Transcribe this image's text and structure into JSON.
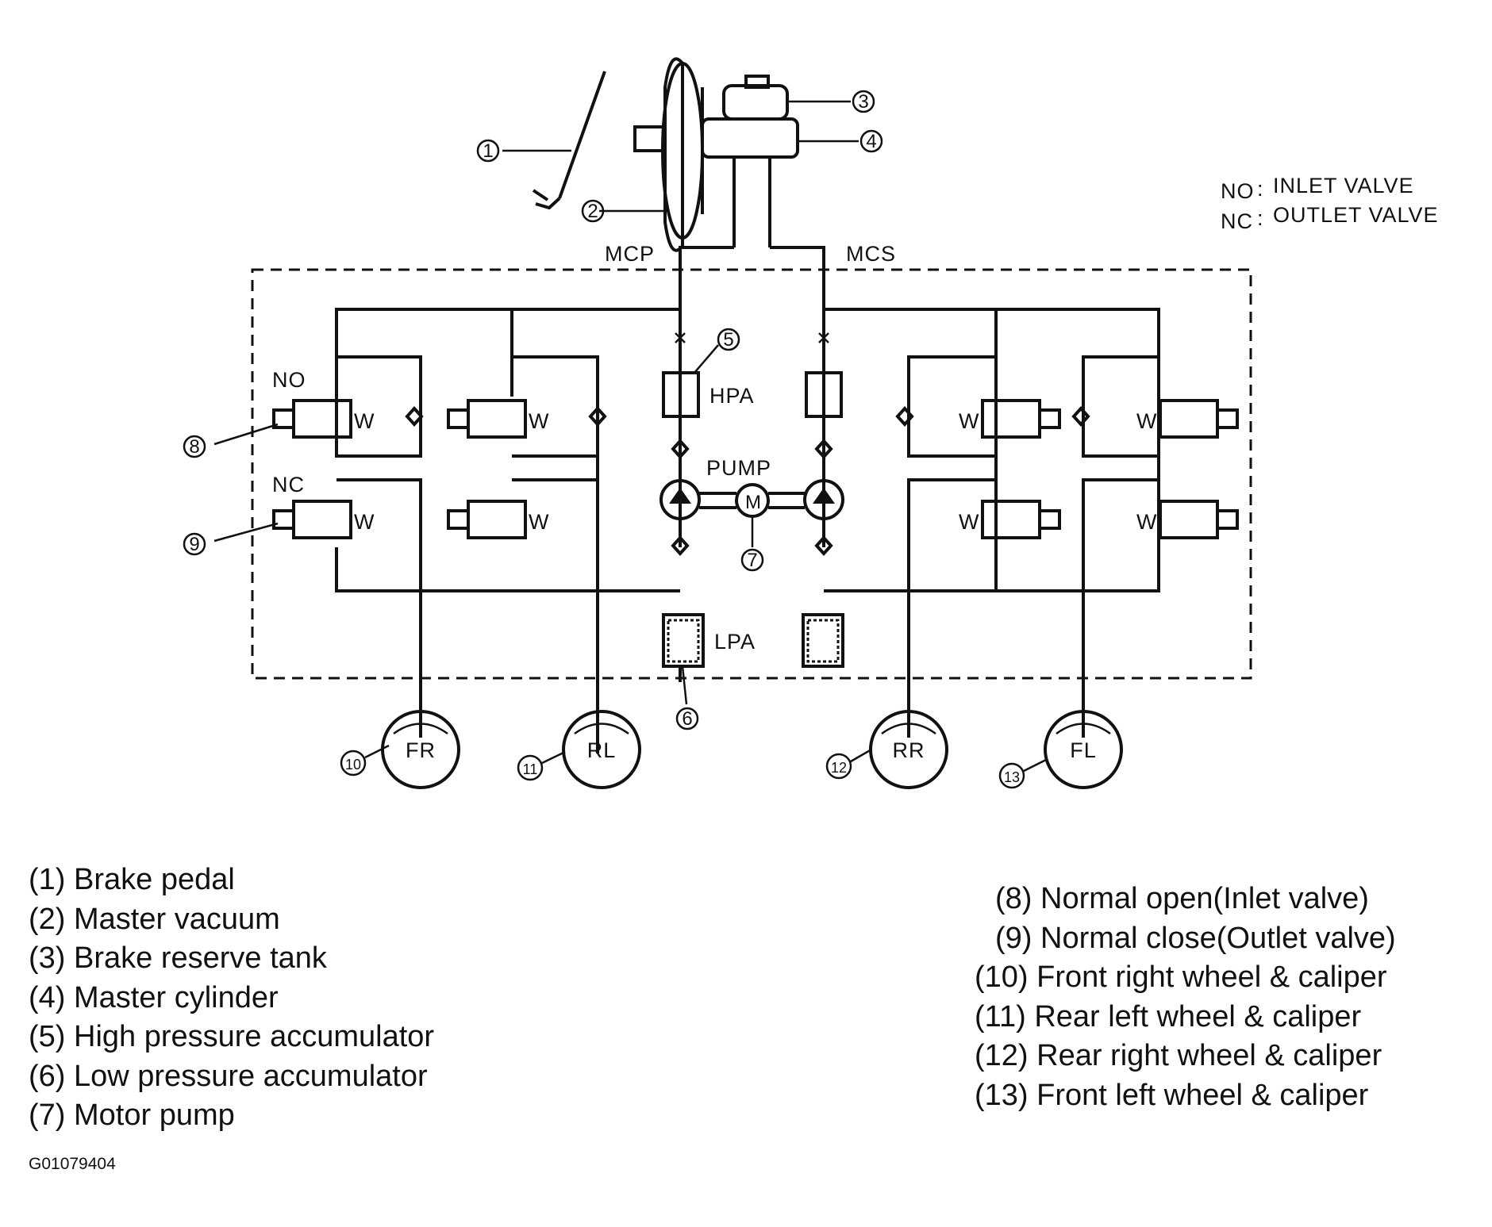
{
  "diagram": {
    "legend_codes": [
      {
        "code": "NO",
        "sep": ":",
        "meaning": "INLET VALVE"
      },
      {
        "code": "NC",
        "sep": ":",
        "meaning": "OUTLET VALVE"
      }
    ],
    "labels": {
      "mcp": "MCP",
      "mcs": "MCS",
      "hpa": "HPA",
      "pump": "PUMP",
      "motor": "M",
      "lpa": "LPA",
      "no": "NO",
      "nc": "NC",
      "valve_w": "W"
    },
    "wheels": [
      {
        "id": "fr",
        "label": "FR",
        "callout": "10"
      },
      {
        "id": "rl",
        "label": "RL",
        "callout": "11"
      },
      {
        "id": "rr",
        "label": "RR",
        "callout": "12"
      },
      {
        "id": "fl",
        "label": "FL",
        "callout": "13"
      }
    ],
    "callouts": [
      "1",
      "2",
      "3",
      "4",
      "5",
      "6",
      "7",
      "8",
      "9"
    ]
  },
  "legend": {
    "left": [
      "(1) Brake pedal",
      "(2) Master vacuum",
      "(3) Brake reserve tank",
      "(4) Master cylinder",
      "(5) High pressure accumulator",
      "(6) Low pressure accumulator",
      "(7) Motor pump"
    ],
    "right": [
      "(8) Normal open(Inlet valve)",
      "(9) Normal close(Outlet valve)",
      "(10) Front right wheel & caliper",
      "(11) Rear left wheel & caliper",
      "(12) Rear right wheel & caliper",
      "(13) Front left wheel & caliper"
    ]
  },
  "figure_id": "G01079404"
}
